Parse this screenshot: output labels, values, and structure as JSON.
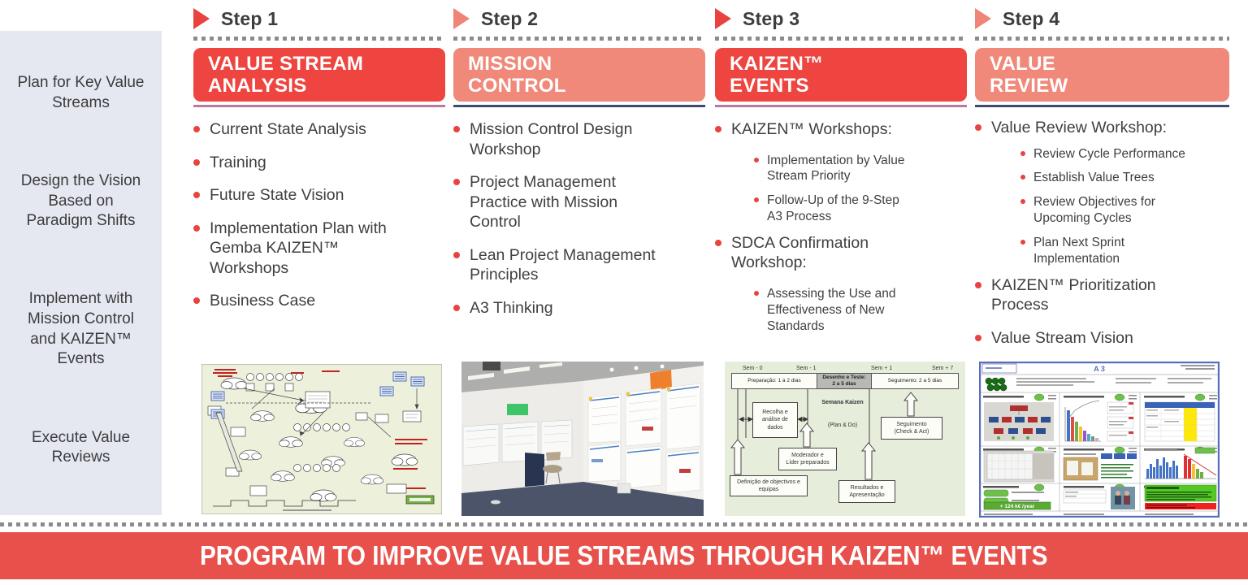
{
  "sidebar": {
    "items": [
      "Plan for Key Value\nStreams",
      "Design the Vision\nBased on\nParadigm Shifts",
      "Implement with\nMission Control\nand KAIZEN™\nEvents",
      "Execute Value\nReviews"
    ]
  },
  "steps": [
    {
      "label": "Step 1",
      "title": "VALUE STREAM\nANALYSIS",
      "bullets": [
        {
          "text": "Current State Analysis"
        },
        {
          "text": "Training"
        },
        {
          "text": "Future State Vision"
        },
        {
          "text": "Implementation Plan with\nGemba KAIZEN™\nWorkshops"
        },
        {
          "text": "Business Case"
        }
      ]
    },
    {
      "label": "Step 2",
      "title": "MISSION\nCONTROL",
      "bullets": [
        {
          "text": "Mission Control Design\nWorkshop"
        },
        {
          "text": "Project Management\nPractice with Mission\nControl"
        },
        {
          "text": "Lean Project Management\nPrinciples"
        },
        {
          "text": "A3 Thinking"
        }
      ]
    },
    {
      "label": "Step 3",
      "title": "KAIZEN™\nEVENTS",
      "bullets": [
        {
          "text": "KAIZEN™ Workshops:",
          "sub": [
            {
              "text": "Implementation by Value\nStream Priority"
            },
            {
              "text": "Follow-Up of the 9-Step\nA3 Process"
            }
          ]
        },
        {
          "text": "SDCA Confirmation\nWorkshop:",
          "sub": [
            {
              "text": "Assessing the Use and\nEffectiveness of New\nStandards"
            }
          ]
        }
      ]
    },
    {
      "label": "Step 4",
      "title": "VALUE\nREVIEW",
      "bullets": [
        {
          "text": "Value Review Workshop:",
          "sub": [
            {
              "text": "Review Cycle Performance"
            },
            {
              "text": "Establish Value Trees"
            },
            {
              "text": "Review Objectives for\nUpcoming Cycles"
            },
            {
              "text": "Plan Next Sprint\nImplementation"
            }
          ]
        },
        {
          "text": "KAIZEN™ Prioritization\nProcess"
        },
        {
          "text": "Value Stream Vision"
        }
      ]
    }
  ],
  "banner": {
    "text": "PROGRAM TO IMPROVE VALUE STREAMS THROUGH KAIZEN™ EVENTS"
  },
  "colors": {
    "step_red": "#ee4540",
    "step_salmon": "#f0897a",
    "banner_red": "#e8514b",
    "bullet_red": "#e8433f",
    "underline_pink": "#b97a9e",
    "underline_blue": "#3e4d6d",
    "sidebar_bg": "#e5e8f1",
    "text_dark": "#3f3f3f",
    "dash_gray": "#8c8c8c"
  },
  "figures": {
    "kaizen_week": {
      "sem": [
        "Sem - 0",
        "Sem - 1",
        "Sem + 1",
        "Sem + 7"
      ],
      "segments": [
        "Preparação: 1 a 2 dias",
        "Desenho e Teste:\n2 a 5 dias",
        "Seguimento: 2 a 5 dias"
      ],
      "center_title": "Semana Kaizen",
      "center_sub": "(Plan & Do)",
      "recolha": "Recolha e\nanálise de\ndados",
      "moderador": "Moderador e\nLíder preparados",
      "definicao": "Definição de objectivos e\nequipas",
      "resultados": "Resultados e\nApresentação",
      "seguimento": "Seguimento\n(Check & Act)"
    },
    "a3": {
      "title": "A 3",
      "savings": "+ 124 k€ /year"
    }
  }
}
